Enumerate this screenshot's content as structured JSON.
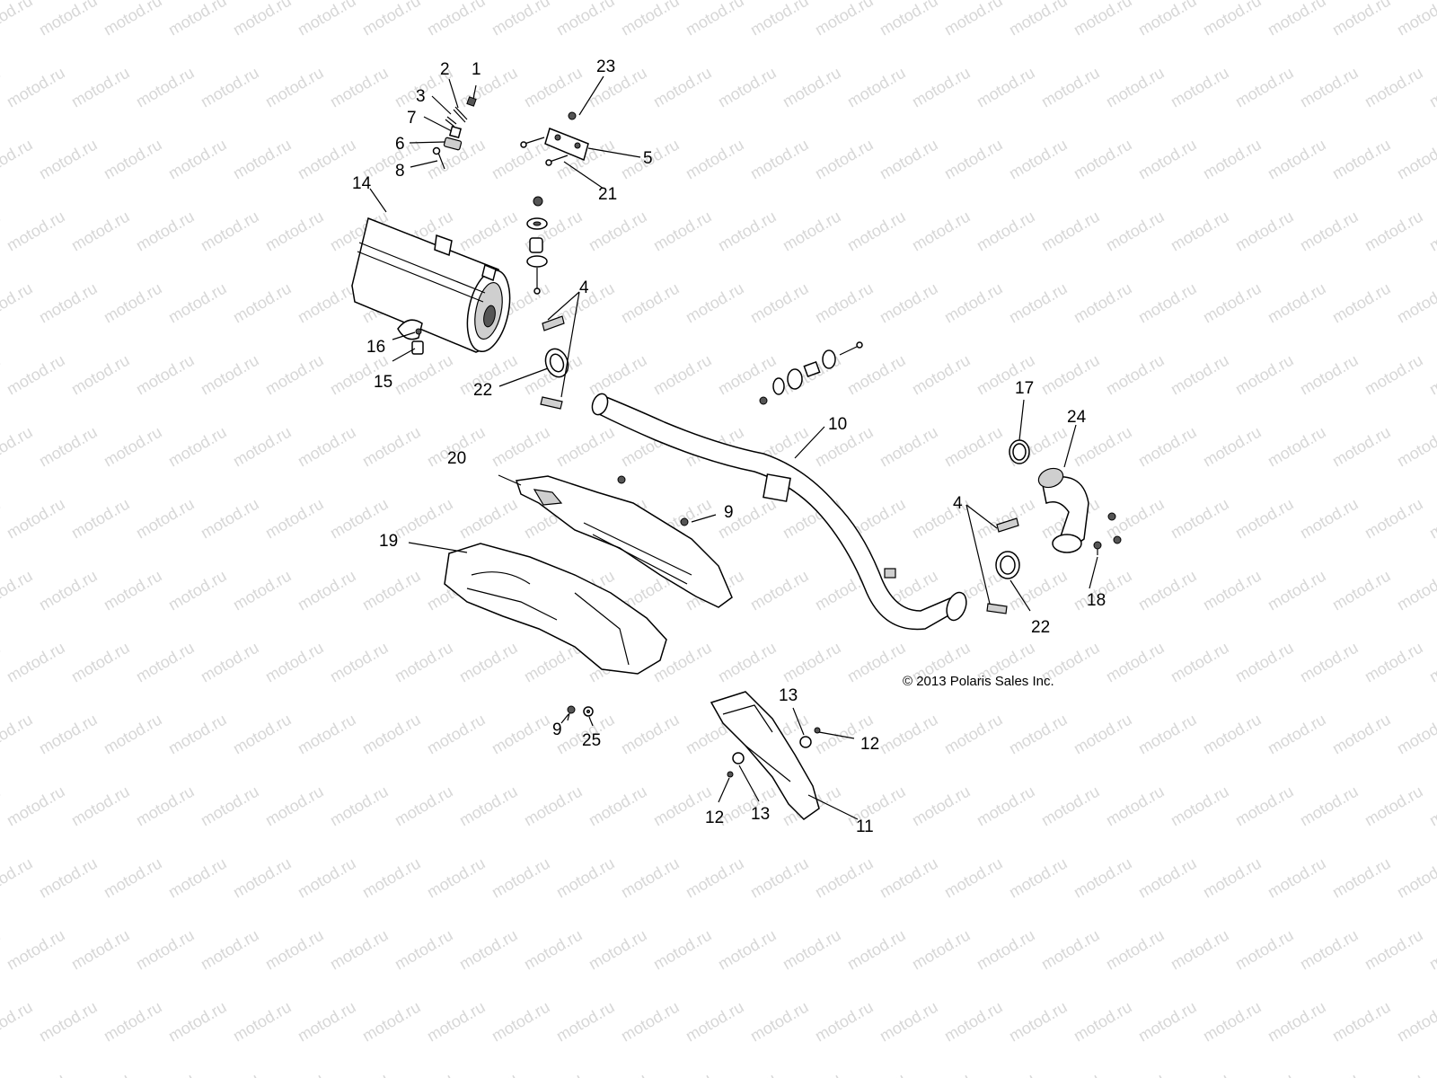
{
  "watermark": {
    "text": "motod.ru",
    "color": "#d7d7d7"
  },
  "copyright": "© 2013 Polaris Sales Inc.",
  "labels": [
    {
      "id": "p1",
      "text": "1"
    },
    {
      "id": "p2",
      "text": "2"
    },
    {
      "id": "p3",
      "text": "3"
    },
    {
      "id": "p7",
      "text": "7"
    },
    {
      "id": "p6",
      "text": "6"
    },
    {
      "id": "p8",
      "text": "8"
    },
    {
      "id": "p14",
      "text": "14"
    },
    {
      "id": "p23",
      "text": "23"
    },
    {
      "id": "p5",
      "text": "5"
    },
    {
      "id": "p21",
      "text": "21"
    },
    {
      "id": "p4a",
      "text": "4"
    },
    {
      "id": "p16",
      "text": "16"
    },
    {
      "id": "p15",
      "text": "15"
    },
    {
      "id": "p22a",
      "text": "22"
    },
    {
      "id": "p10",
      "text": "10"
    },
    {
      "id": "p17",
      "text": "17"
    },
    {
      "id": "p24",
      "text": "24"
    },
    {
      "id": "p20",
      "text": "20"
    },
    {
      "id": "p9a",
      "text": "9"
    },
    {
      "id": "p19",
      "text": "19"
    },
    {
      "id": "p4b",
      "text": "4"
    },
    {
      "id": "p22b",
      "text": "22"
    },
    {
      "id": "p18",
      "text": "18"
    },
    {
      "id": "p9b",
      "text": "9"
    },
    {
      "id": "p25",
      "text": "25"
    },
    {
      "id": "p13a",
      "text": "13"
    },
    {
      "id": "p12a",
      "text": "12"
    },
    {
      "id": "p12b",
      "text": "12"
    },
    {
      "id": "p13b",
      "text": "13"
    },
    {
      "id": "p11",
      "text": "11"
    }
  ]
}
